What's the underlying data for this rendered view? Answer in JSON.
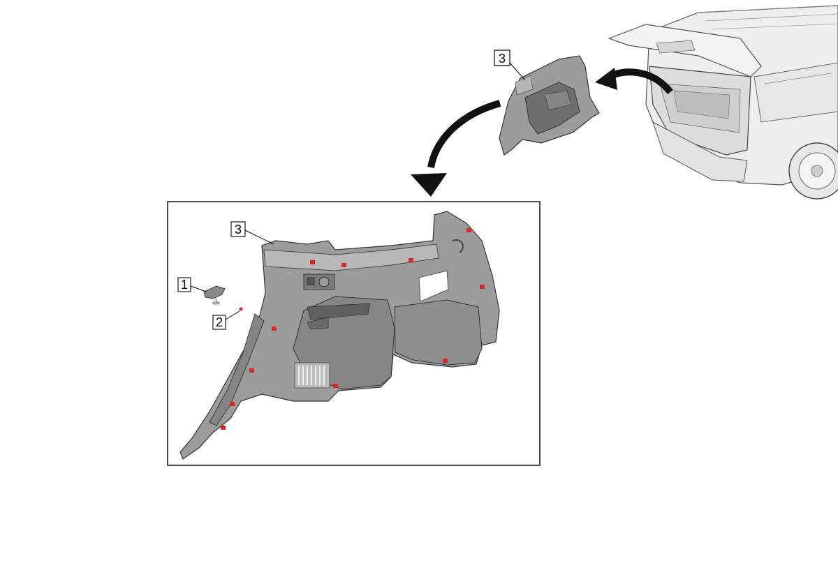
{
  "callouts": {
    "top_panel": "3",
    "detail_clip": "1",
    "detail_screw": "2",
    "detail_panel": "3"
  },
  "colors": {
    "panel_fill": "#9c9c9c",
    "panel_dark": "#6e6e6e",
    "panel_light": "#c4c4c4",
    "clip_red": "#d9262a",
    "vehicle_fill": "#ececec",
    "arrow_fill": "#111111"
  },
  "icons": [
    "curved-arrow-icon",
    "curved-arrow-icon"
  ]
}
